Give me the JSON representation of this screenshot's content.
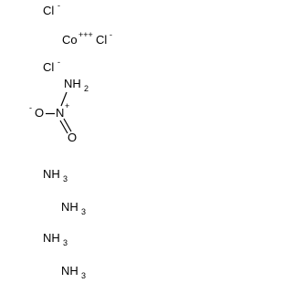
{
  "chloride_1": {
    "symbol": "Cl",
    "charge": "-"
  },
  "cobalt": {
    "symbol": "Co",
    "charge": "+++"
  },
  "chloride_2": {
    "symbol": "Cl",
    "charge": "-"
  },
  "chloride_3": {
    "symbol": "Cl",
    "charge": "-"
  },
  "nitramide": {
    "amine": {
      "symbol": "NH",
      "subscript": "2"
    },
    "oxide": {
      "charge": "-",
      "symbol": "O"
    },
    "nitrogen": {
      "symbol": "N",
      "charge": "+"
    },
    "oxo": {
      "symbol": "O"
    }
  },
  "ammonia": [
    {
      "symbol": "NH",
      "subscript": "3"
    },
    {
      "symbol": "NH",
      "subscript": "3"
    },
    {
      "symbol": "NH",
      "subscript": "3"
    },
    {
      "symbol": "NH",
      "subscript": "3"
    }
  ],
  "colors": {
    "ink": "#000000",
    "background": "#ffffff"
  }
}
